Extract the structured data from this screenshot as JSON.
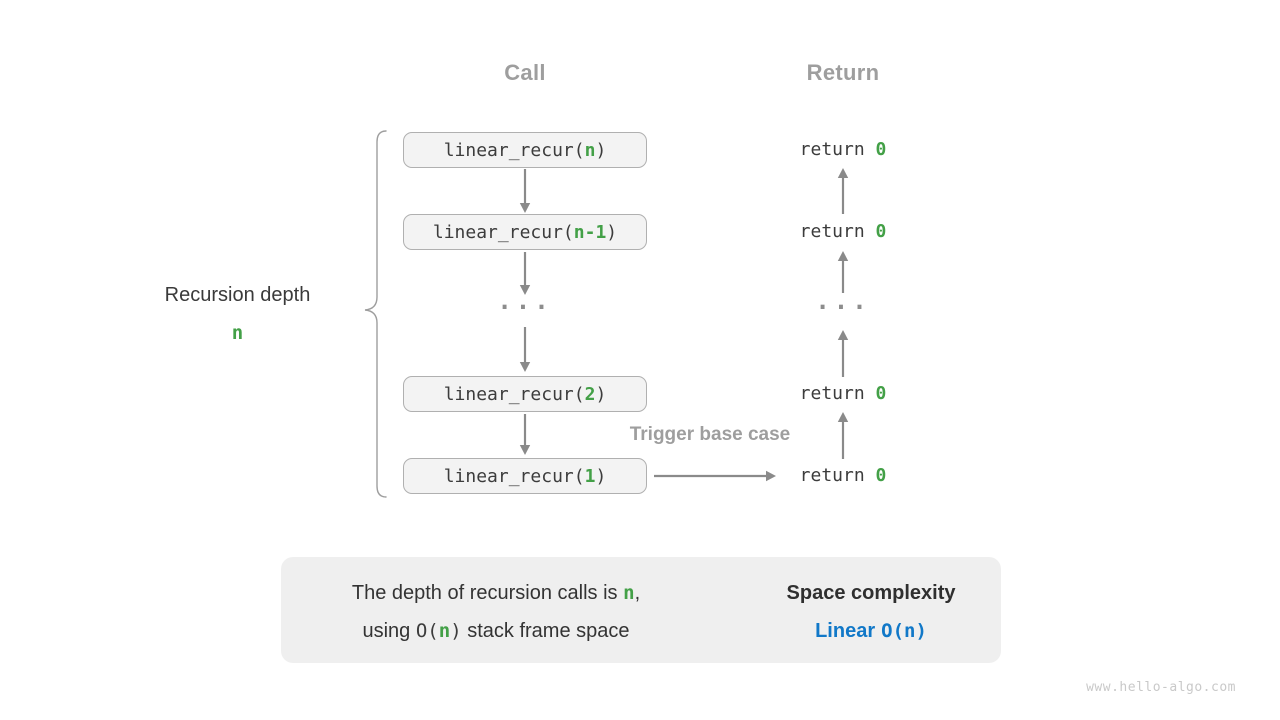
{
  "colors": {
    "green": "#43a047",
    "blue": "#1178c8",
    "muted": "#9e9e9e",
    "arrow": "#8a8a8a",
    "dark": "#3c3c3c",
    "box_fill": "#f3f3f3",
    "box_border": "#b0b0b0",
    "panel_fill": "#efefef",
    "block_arrow": "#bdbdbd",
    "watermark_color": "#c9c9c9"
  },
  "headers": {
    "call": "Call",
    "ret": "Return"
  },
  "depth_label": {
    "text": "Recursion depth",
    "value": "n"
  },
  "rows": [
    {
      "call_prefix": "linear_recur(",
      "call_arg": "n",
      "call_suffix": ")",
      "ret_keyword": "return ",
      "ret_value": "0"
    },
    {
      "call_prefix": "linear_recur(",
      "call_arg": "n-1",
      "call_suffix": ")",
      "ret_keyword": "return ",
      "ret_value": "0"
    },
    {
      "ellipsis_call": "...",
      "ellipsis_ret": "..."
    },
    {
      "call_prefix": "linear_recur(",
      "call_arg": "2",
      "call_suffix": ")",
      "ret_keyword": "return ",
      "ret_value": "0"
    },
    {
      "call_prefix": "linear_recur(",
      "call_arg": "1",
      "call_suffix": ")",
      "ret_keyword": "return ",
      "ret_value": "0"
    }
  ],
  "trigger_label": "Trigger base case",
  "summary": {
    "line1": {
      "text": "The depth of recursion calls is ",
      "arg": "n",
      "tail": ","
    },
    "line2": {
      "head": "using ",
      "open": "O(",
      "arg": "n",
      "close": ")",
      "tail": " stack frame space"
    },
    "title": "Space complexity",
    "result": {
      "label": "Linear",
      "code": "O(n)"
    }
  },
  "watermark": "www.hello-algo.com"
}
